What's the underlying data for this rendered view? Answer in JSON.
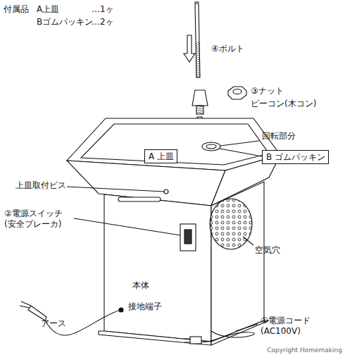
{
  "diagram": {
    "nodes": [
      {
        "text": [
          "A 上皿"
        ]
      },
      {
        "text": [
          "B ゴムパッキン"
        ]
      }
    ],
    "labels": [
      "付属品",
      "A上皿",
      "…1ヶ",
      "Bゴムパッキン",
      "…2ヶ",
      "④ボルト",
      "③ナット",
      "ピーコン(木コン)",
      "回転部分",
      "上皿取付ビス",
      "②電源スイッチ (安全ブレーカ)",
      "空気穴",
      "本体",
      "接地端子",
      "アース",
      "①電源コード (AC100V)",
      "Copyright Homemaking"
    ]
  }
}
